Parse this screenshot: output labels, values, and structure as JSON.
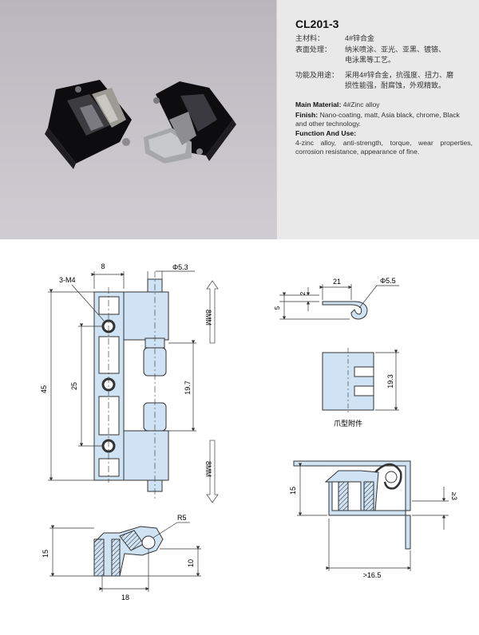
{
  "product": {
    "model": "CL201-3",
    "cn": {
      "material_label": "主材料：",
      "material_value": "4#锌合金",
      "finish_label": "表面处理：",
      "finish_line1": "纳米喷涂、亚光、亚黑、镀铬、",
      "finish_line2": "电泳黑等工艺。",
      "use_label": "功能及用途：",
      "use_line1": "采用4#锌合金，抗强度、扭力、磨",
      "use_line2": "损性能强，耐腐蚀，外观精致。"
    },
    "en": {
      "material_label": "Main Material:",
      "material_value": "4#Zinc alloy",
      "finish_label": "Finish:",
      "finish_value": "Nano-coating, matt, Asia black, chrome, Black and other technology.",
      "use_label": "Function And Use:",
      "use_value": "4-zinc alloy, anti-strength, torque, wear properties, corrosion resistance, appearance of fine."
    }
  },
  "drawing": {
    "dim_8": "8",
    "dim_phi53": "Φ5.3",
    "dim_3m4": "3-M4",
    "dim_45": "45",
    "dim_25": "25",
    "dim_197": "19.7",
    "dim_8mm_top": "8MM",
    "dim_8mm_bottom": "8MM",
    "dim_r5": "R5",
    "dim_15_bl": "15",
    "dim_10": "10",
    "dim_18": "18",
    "dim_21": "21",
    "dim_phi55": "Φ5.5",
    "dim_2": "2",
    "dim_5": "5",
    "dim_193": "19.3",
    "claw_caption": "爪型附件",
    "dim_15_br": "15",
    "dim_ge3": "≥3",
    "dim_gt165": ">16.5"
  },
  "colors": {
    "part_blue": "#cfe3f4",
    "photo_bg": "#c3c1c6",
    "spec_bg": "#e9e9ea"
  }
}
